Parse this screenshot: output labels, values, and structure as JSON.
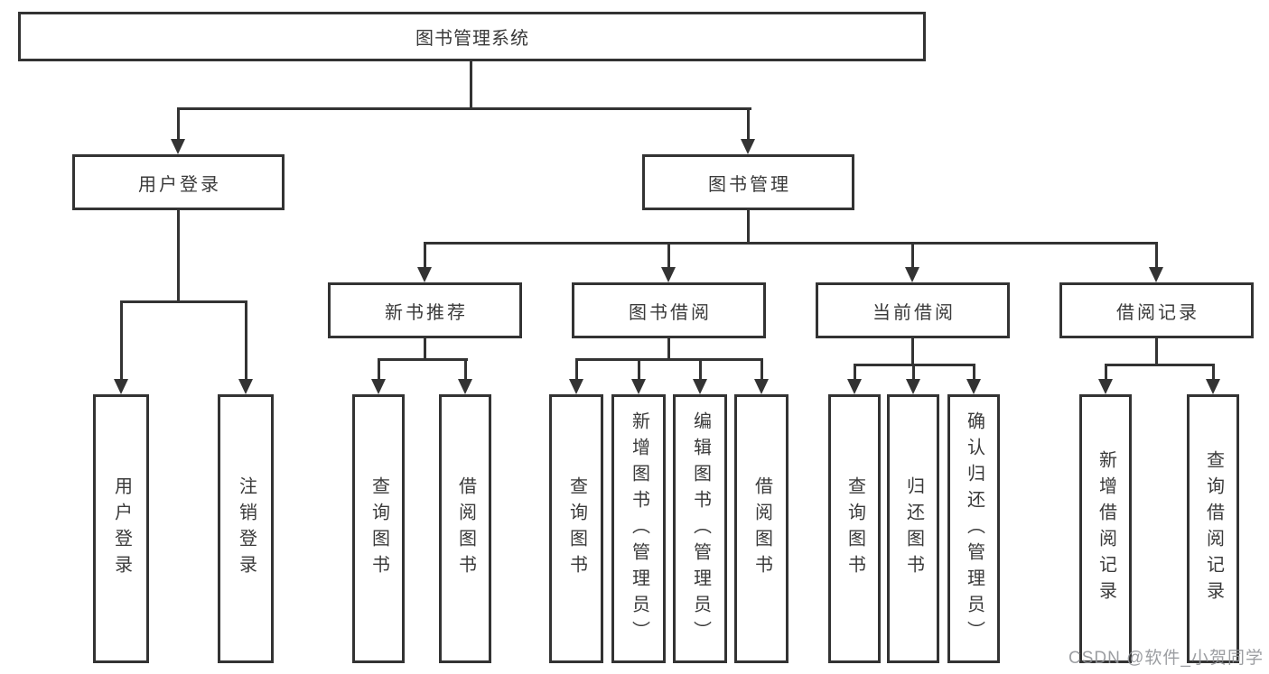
{
  "diagram": {
    "root": {
      "label": "图书管理系统"
    },
    "branches": [
      {
        "label": "用户登录",
        "children": [
          {
            "label": "用户登录"
          },
          {
            "label": "注销登录"
          }
        ]
      },
      {
        "label": "图书管理",
        "children": [
          {
            "label": "新书推荐",
            "children": [
              {
                "label": "查询图书"
              },
              {
                "label": "借阅图书"
              }
            ]
          },
          {
            "label": "图书借阅",
            "children": [
              {
                "label": "查询图书"
              },
              {
                "label": "新增图书（管理员）"
              },
              {
                "label": "编辑图书（管理员）"
              },
              {
                "label": "借阅图书"
              }
            ]
          },
          {
            "label": "当前借阅",
            "children": [
              {
                "label": "查询图书"
              },
              {
                "label": "归还图书"
              },
              {
                "label": "确认归还（管理员）"
              }
            ]
          },
          {
            "label": "借阅记录",
            "children": [
              {
                "label": "新增借阅记录"
              },
              {
                "label": "查询借阅记录"
              }
            ]
          }
        ]
      }
    ]
  },
  "watermark": {
    "text": "CSDN @软件_小贺同学"
  },
  "colors": {
    "line": "#333333",
    "text": "#3a3a3a",
    "background": "#ffffff",
    "watermark": "#919498"
  }
}
